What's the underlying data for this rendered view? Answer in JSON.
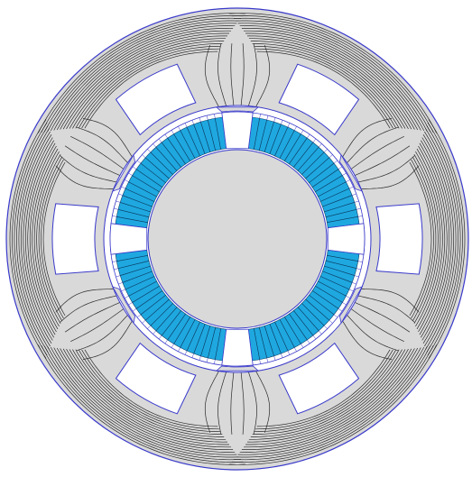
{
  "figure": {
    "stator_slots": 6,
    "rotor_poles": 4,
    "rotor_magnet_segments_per_pole": 22,
    "flux_lines_per_region": 16
  },
  "colors": {
    "background": "#ffffff",
    "iron": "#d9d9d9",
    "boundary": "#3a3acb",
    "flux_line": "#2a2a2a",
    "magnet": "#1fa8e0",
    "magnet_edge": "#0b3e66",
    "air_gap": "#ffffff"
  }
}
